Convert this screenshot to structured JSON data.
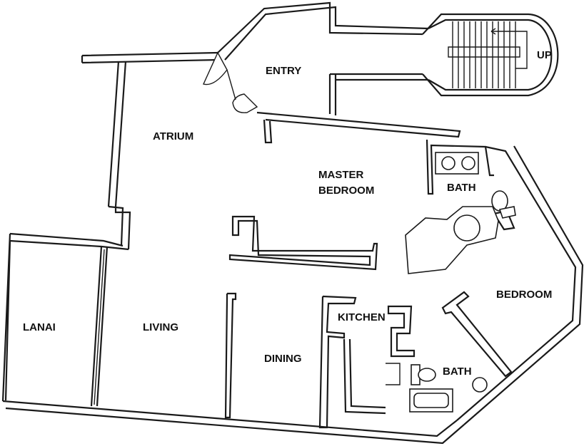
{
  "rooms": {
    "entry": "ENTRY",
    "up": "UP",
    "atrium": "ATRIUM",
    "master_line1": "MASTER",
    "master_line2": "BEDROOM",
    "bath_master": "BATH",
    "bedroom": "BEDROOM",
    "lanai": "LANAI",
    "living": "LIVING",
    "kitchen": "KITCHEN",
    "dining": "DINING",
    "bath_bedroom": "BATH"
  },
  "colors": {
    "wall": "#1a1a1a",
    "background": "#ffffff"
  }
}
